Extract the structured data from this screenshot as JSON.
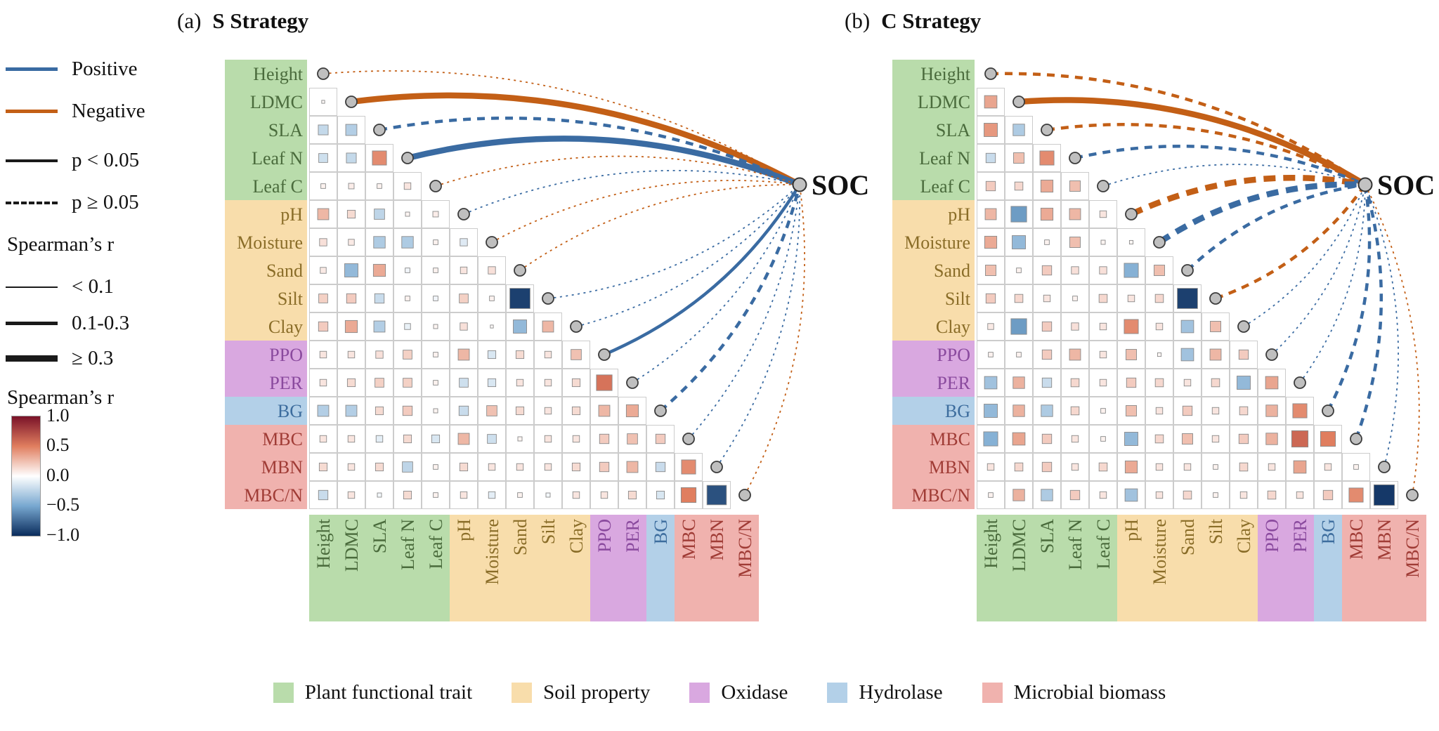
{
  "chart_data": {
    "type": "correlation_matrix_network",
    "soc_label": "SOC",
    "edge_colors": {
      "positive": "#3a6ba2",
      "negative": "#c35f16"
    },
    "color_scale": [
      [
        -1,
        "#0a2c5c"
      ],
      [
        -0.5,
        "#78a8d0"
      ],
      [
        0,
        "#ffffff"
      ],
      [
        0.5,
        "#e07e5f"
      ],
      [
        1,
        "#7a1228"
      ]
    ],
    "categories": [
      {
        "label": "Plant functional trait",
        "color": "#b9dcab",
        "text": "#4a6b3c"
      },
      {
        "label": "Soil property",
        "color": "#f8ddab",
        "text": "#8a6d28"
      },
      {
        "label": "Oxidase",
        "color": "#d9a8e0",
        "text": "#8a4a9e"
      },
      {
        "label": "Hydrolase",
        "color": "#b3d0e8",
        "text": "#3d6d9e"
      },
      {
        "label": "Microbial biomass",
        "color": "#f0b2ae",
        "text": "#a03c36"
      }
    ],
    "variables": [
      {
        "name": "Height",
        "cat": 0
      },
      {
        "name": "LDMC",
        "cat": 0
      },
      {
        "name": "SLA",
        "cat": 0
      },
      {
        "name": "Leaf N",
        "cat": 0
      },
      {
        "name": "Leaf C",
        "cat": 0
      },
      {
        "name": "pH",
        "cat": 1
      },
      {
        "name": "Moisture",
        "cat": 1
      },
      {
        "name": "Sand",
        "cat": 1
      },
      {
        "name": "Silt",
        "cat": 1
      },
      {
        "name": "Clay",
        "cat": 1
      },
      {
        "name": "PPO",
        "cat": 2
      },
      {
        "name": "PER",
        "cat": 2
      },
      {
        "name": "BG",
        "cat": 3
      },
      {
        "name": "MBC",
        "cat": 4
      },
      {
        "name": "MBN",
        "cat": 4
      },
      {
        "name": "MBC/N",
        "cat": 4
      }
    ],
    "legend": {
      "sign_items": [
        {
          "key": "positive",
          "label": "Positive"
        },
        {
          "key": "negative",
          "label": "Negative"
        }
      ],
      "sig_items": [
        {
          "label": "p < 0.05",
          "style": "solid"
        },
        {
          "label": "p ≥ 0.05",
          "style": "dashed"
        }
      ],
      "strength_title": "Spearman’s r",
      "strength_items": [
        {
          "label": "< 0.1"
        },
        {
          "label": "0.1-0.3"
        },
        {
          "label": "≥ 0.3"
        }
      ],
      "colorbar_title": "Spearman’s r",
      "colorbar_ticks": [
        "1.0",
        "0.5",
        "0.0",
        "−0.5",
        "−1.0"
      ]
    },
    "panels": [
      {
        "tag": "(a)",
        "title": "S Strategy",
        "matrix": [
          [],
          [
            0.02
          ],
          [
            -0.22,
            -0.28
          ],
          [
            -0.18,
            -0.22,
            0.45
          ],
          [
            0.05,
            0.07,
            0.05,
            0.1
          ],
          [
            0.28,
            0.14,
            -0.24,
            0.04,
            0.07
          ],
          [
            0.12,
            0.08,
            -0.3,
            -0.3,
            0.05,
            -0.12
          ],
          [
            0.08,
            -0.4,
            0.33,
            -0.05,
            0.05,
            0.1,
            0.12
          ],
          [
            0.18,
            0.2,
            -0.2,
            0.05,
            -0.05,
            0.18,
            0.05,
            -0.92
          ],
          [
            0.2,
            0.33,
            -0.28,
            -0.08,
            0.04,
            0.12,
            0.02,
            -0.4,
            0.28
          ],
          [
            0.1,
            0.1,
            0.12,
            0.18,
            0.05,
            0.28,
            -0.14,
            0.14,
            0.1,
            0.24
          ],
          [
            0.1,
            0.14,
            0.18,
            0.18,
            0.05,
            -0.18,
            -0.14,
            0.1,
            0.1,
            0.14,
            0.55
          ],
          [
            -0.28,
            -0.28,
            0.14,
            0.2,
            0.04,
            -0.2,
            0.24,
            0.14,
            0.1,
            0.14,
            0.28,
            0.33
          ],
          [
            0.1,
            0.1,
            -0.1,
            0.14,
            -0.14,
            0.28,
            -0.18,
            0.04,
            0.1,
            0.1,
            0.2,
            0.24,
            0.2
          ],
          [
            0.14,
            0.1,
            0.14,
            -0.24,
            0.05,
            0.14,
            0.1,
            0.1,
            0.1,
            0.14,
            0.2,
            0.28,
            -0.2,
            0.45
          ],
          [
            -0.2,
            0.1,
            -0.04,
            0.14,
            0.05,
            0.1,
            -0.1,
            0.05,
            -0.04,
            0.1,
            0.1,
            0.14,
            -0.14,
            0.5,
            -0.85
          ]
        ],
        "edges": [
          {
            "var": "Height",
            "sign": "negative",
            "p": "ns",
            "strength": "thin"
          },
          {
            "var": "LDMC",
            "sign": "negative",
            "p": "sig",
            "strength": "thick"
          },
          {
            "var": "SLA",
            "sign": "positive",
            "p": "ns",
            "strength": "medium"
          },
          {
            "var": "Leaf N",
            "sign": "positive",
            "p": "sig",
            "strength": "thick"
          },
          {
            "var": "Leaf C",
            "sign": "negative",
            "p": "ns",
            "strength": "thin"
          },
          {
            "var": "pH",
            "sign": "positive",
            "p": "ns",
            "strength": "thin"
          },
          {
            "var": "Moisture",
            "sign": "negative",
            "p": "ns",
            "strength": "thin"
          },
          {
            "var": "Sand",
            "sign": "negative",
            "p": "ns",
            "strength": "thin"
          },
          {
            "var": "Silt",
            "sign": "positive",
            "p": "ns",
            "strength": "thin"
          },
          {
            "var": "Clay",
            "sign": "positive",
            "p": "ns",
            "strength": "thin"
          },
          {
            "var": "PPO",
            "sign": "positive",
            "p": "sig",
            "strength": "medium"
          },
          {
            "var": "PER",
            "sign": "positive",
            "p": "ns",
            "strength": "thin"
          },
          {
            "var": "BG",
            "sign": "positive",
            "p": "ns",
            "strength": "medium"
          },
          {
            "var": "MBC",
            "sign": "positive",
            "p": "ns",
            "strength": "thin"
          },
          {
            "var": "MBN",
            "sign": "positive",
            "p": "ns",
            "strength": "thin"
          },
          {
            "var": "MBC/N",
            "sign": "negative",
            "p": "ns",
            "strength": "thin"
          }
        ]
      },
      {
        "tag": "(b)",
        "title": "C Strategy",
        "matrix": [
          [],
          [
            0.35
          ],
          [
            0.4,
            -0.3
          ],
          [
            -0.2,
            0.25,
            0.45
          ],
          [
            0.2,
            0.15,
            0.33,
            0.25
          ],
          [
            0.28,
            -0.55,
            0.33,
            0.28,
            0.1
          ],
          [
            0.33,
            -0.4,
            0.05,
            0.25,
            0.04,
            0.03
          ],
          [
            0.25,
            0.05,
            0.2,
            0.12,
            0.12,
            -0.45,
            0.25
          ],
          [
            0.2,
            0.15,
            0.1,
            0.05,
            0.15,
            0.1,
            0.15,
            -0.92
          ],
          [
            0.08,
            -0.55,
            0.2,
            0.12,
            0.1,
            0.45,
            0.1,
            -0.35,
            0.25
          ],
          [
            0.05,
            0.05,
            0.2,
            0.28,
            0.1,
            0.25,
            0.03,
            -0.35,
            0.28,
            0.2
          ],
          [
            -0.35,
            0.3,
            -0.2,
            0.15,
            0.1,
            0.2,
            0.15,
            0.1,
            0.15,
            -0.4,
            0.35
          ],
          [
            -0.4,
            0.3,
            -0.3,
            0.15,
            0.05,
            0.25,
            0.1,
            0.2,
            0.1,
            0.15,
            0.3,
            0.45
          ],
          [
            -0.45,
            0.35,
            0.2,
            0.1,
            0.05,
            -0.4,
            0.15,
            0.25,
            0.1,
            0.2,
            0.3,
            0.6,
            0.5
          ],
          [
            0.1,
            0.15,
            0.2,
            0.1,
            0.15,
            0.33,
            0.1,
            0.1,
            0.05,
            0.15,
            0.1,
            0.35,
            0.1,
            0.05
          ],
          [
            0.05,
            0.3,
            -0.3,
            0.2,
            0.1,
            -0.35,
            0.1,
            0.15,
            0.05,
            0.1,
            0.15,
            0.1,
            0.2,
            0.45,
            -0.95
          ]
        ],
        "edges": [
          {
            "var": "Height",
            "sign": "negative",
            "p": "ns",
            "strength": "medium"
          },
          {
            "var": "LDMC",
            "sign": "negative",
            "p": "sig",
            "strength": "thick"
          },
          {
            "var": "SLA",
            "sign": "negative",
            "p": "ns",
            "strength": "medium"
          },
          {
            "var": "Leaf N",
            "sign": "positive",
            "p": "ns",
            "strength": "medium"
          },
          {
            "var": "Leaf C",
            "sign": "positive",
            "p": "ns",
            "strength": "thin"
          },
          {
            "var": "pH",
            "sign": "negative",
            "p": "ns",
            "strength": "thick"
          },
          {
            "var": "Moisture",
            "sign": "positive",
            "p": "ns",
            "strength": "thick"
          },
          {
            "var": "Sand",
            "sign": "positive",
            "p": "ns",
            "strength": "medium"
          },
          {
            "var": "Silt",
            "sign": "negative",
            "p": "ns",
            "strength": "medium"
          },
          {
            "var": "Clay",
            "sign": "positive",
            "p": "ns",
            "strength": "thin"
          },
          {
            "var": "PPO",
            "sign": "positive",
            "p": "ns",
            "strength": "thin"
          },
          {
            "var": "PER",
            "sign": "positive",
            "p": "ns",
            "strength": "thin"
          },
          {
            "var": "BG",
            "sign": "positive",
            "p": "ns",
            "strength": "medium"
          },
          {
            "var": "MBC",
            "sign": "positive",
            "p": "ns",
            "strength": "medium"
          },
          {
            "var": "MBN",
            "sign": "positive",
            "p": "ns",
            "strength": "thin"
          },
          {
            "var": "MBC/N",
            "sign": "negative",
            "p": "ns",
            "strength": "thin"
          }
        ]
      }
    ]
  }
}
